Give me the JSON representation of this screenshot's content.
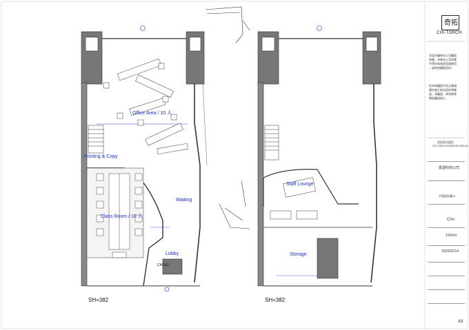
{
  "plan_left": {
    "labels": {
      "office": "Office Area  / 10 人",
      "printing": "Printing & Copy",
      "class_room": "Class Room  / 10 人",
      "waiting": "Waiting",
      "lobby": "Lobby",
      "cadex": "CADEX"
    },
    "sh": "SH=382"
  },
  "plan_right": {
    "labels": {
      "staff_lounge": "Staff Lounge",
      "storage": "Storage"
    },
    "sh": "SH=382"
  },
  "title_block": {
    "brand_logo": "奇拓",
    "brand_name": "CHI-TORCH",
    "note_1": "本設計圖為本公司圖面\n財產，未經本公司同意\n不得作為其他用途使用\n，或其他複製用作。",
    "note_2": "任何與圖面不符之事項\n需在施工前向設計師確\n認，如圖面、承包商等\n需依圖面施工。",
    "company_cn": "奇拓室內設計",
    "company_en": "CHI-TORCH INTERIOR DESIGN",
    "client": "賓遜科技公司",
    "drawing_title": "平面設計圖 B",
    "designer": "Ciro",
    "scale": "1/60cm",
    "date": "2020/02/14",
    "sheet_size": "A3"
  }
}
